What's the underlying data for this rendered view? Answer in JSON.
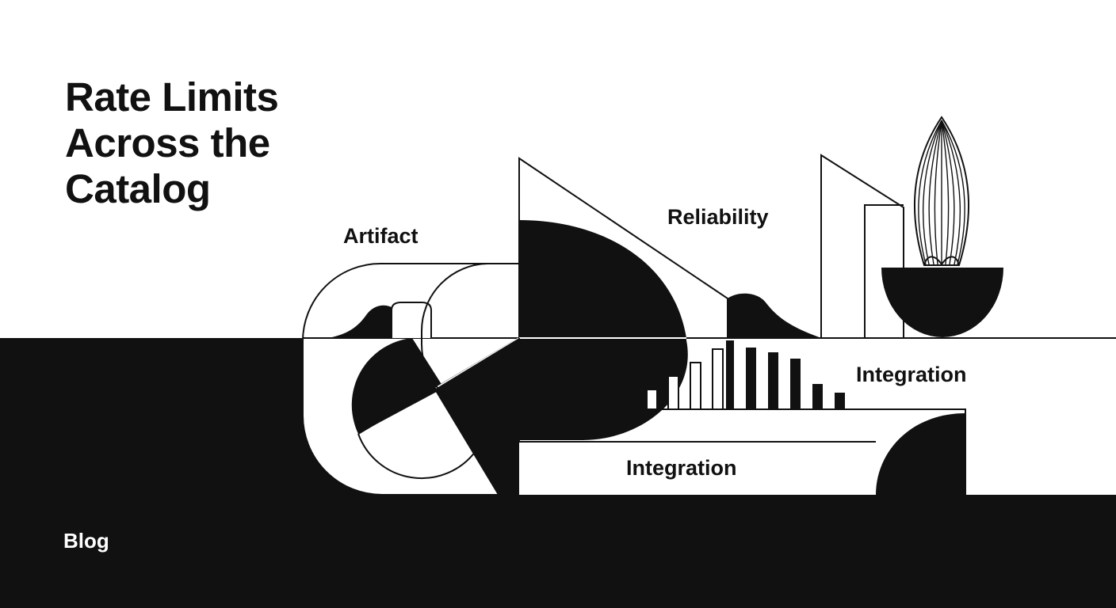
{
  "title": {
    "line1": "Rate Limits",
    "line2": "Across the",
    "line3": "Catalog"
  },
  "labels": {
    "artifact": "Artifact",
    "reliability": "Reliability",
    "integration_1": "Integration",
    "integration_2": "Integration"
  },
  "footer": {
    "tag": "Blog"
  },
  "colors": {
    "ink": "#111111",
    "paper": "#ffffff"
  },
  "icons": {
    "plant": "leaf-plant-icon",
    "bars": "bar-graph-icon"
  }
}
